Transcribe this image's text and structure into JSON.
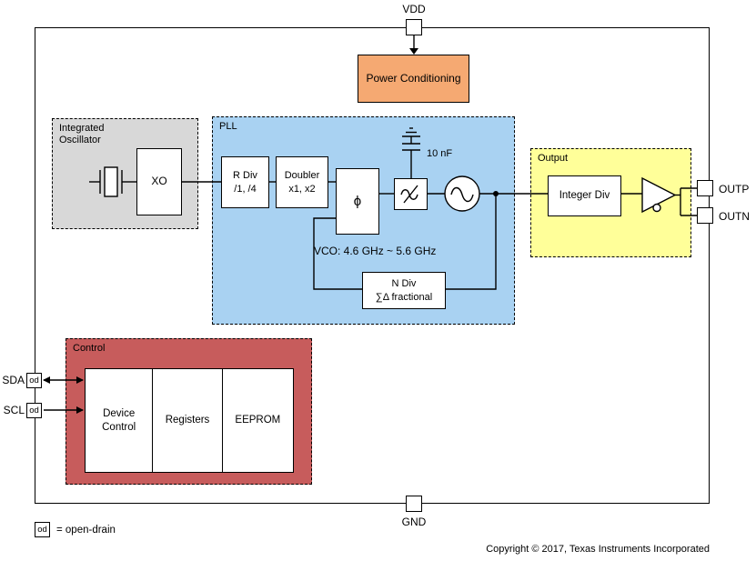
{
  "diagram": {
    "od_label": "od",
    "pins": {
      "vdd": "VDD",
      "gnd": "GND",
      "outp": "OUTP",
      "outn": "OUTN",
      "sda": "SDA",
      "scl": "SCL"
    },
    "power_block": {
      "label": "Power Conditioning"
    },
    "oscillator": {
      "title_line1": "Integrated",
      "title_line2": "Oscillator",
      "xo": "XO"
    },
    "pll": {
      "title": "PLL",
      "rdiv_line1": "R Div",
      "rdiv_line2": "/1, /4",
      "doubler_line1": "Doubler",
      "doubler_line2": "x1, x2",
      "phase_detector": "ϕ",
      "cap_value": "10 nF",
      "vco_note": "VCO: 4.6 GHz ~ 5.6 GHz",
      "ndiv_line1": "N Div",
      "ndiv_line2": "∑Δ fractional"
    },
    "output": {
      "title": "Output",
      "integer_div": "Integer Div"
    },
    "control": {
      "title": "Control",
      "device_control_line1": "Device",
      "device_control_line2": "Control",
      "registers": "Registers",
      "eeprom": "EEPROM"
    },
    "legend": {
      "text": "= open-drain"
    },
    "footer": "Copyright © 2017, Texas Instruments Incorporated",
    "colors": {
      "power": "#F5A972",
      "oscillator": "#D8D8D8",
      "pll": "#A9D2F2",
      "output": "#FFFF99",
      "control": "#C75C5C"
    }
  }
}
